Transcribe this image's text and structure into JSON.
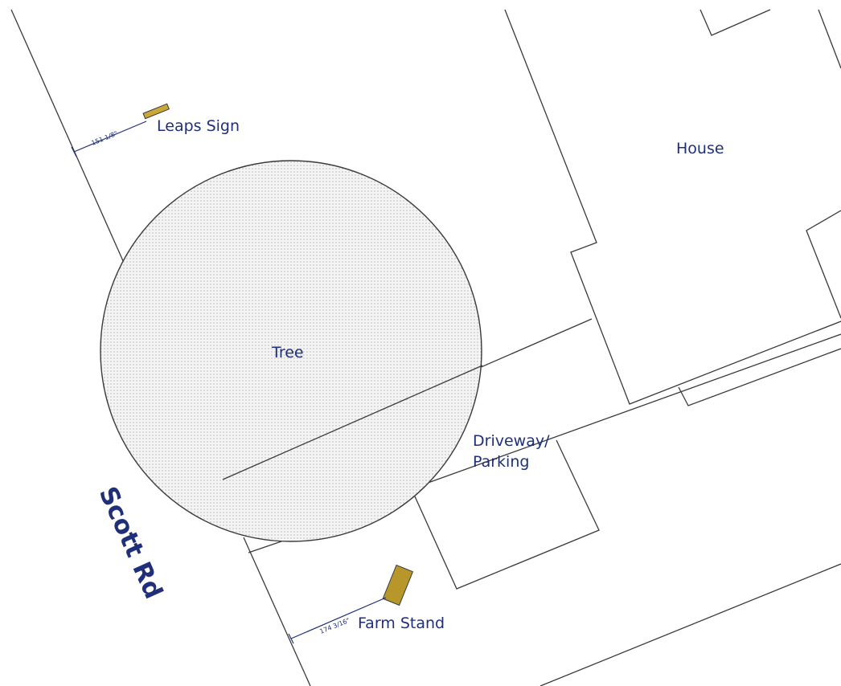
{
  "labels": {
    "house": "House",
    "tree": "Tree",
    "driveway_line1": "Driveway/",
    "driveway_line2": "Parking",
    "road": "Scott Rd",
    "leaps_sign": "Leaps Sign",
    "farm_stand": "Farm Stand"
  },
  "dimensions": {
    "leaps_sign_offset": "151 1/8\"",
    "farm_stand_offset": "174 3/16\""
  },
  "colors": {
    "label_text": "#1f2f7a",
    "sign_fill": "#c9a838",
    "stand_fill": "#b8972a",
    "tree_fill": "#f1f1f1",
    "line": "#3a3a3a"
  }
}
